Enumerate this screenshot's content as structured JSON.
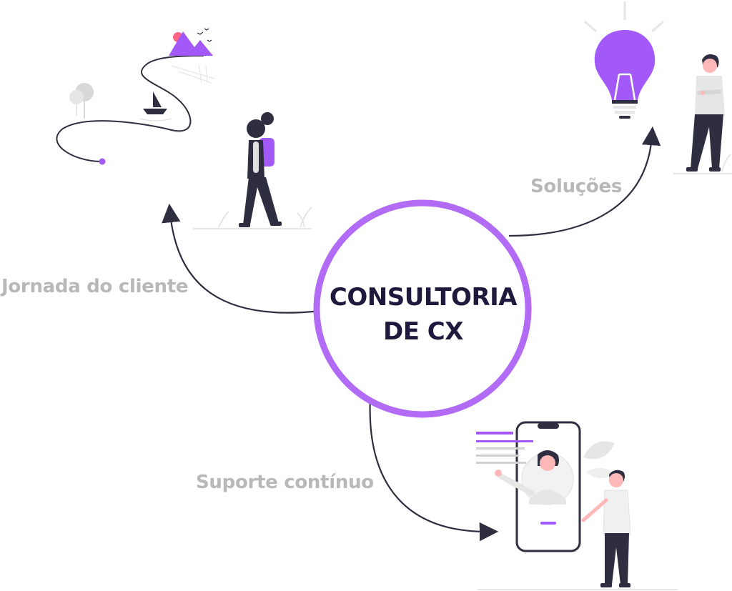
{
  "center": {
    "line1": "CONSULTORIA",
    "line2": "DE CX"
  },
  "nodes": {
    "journey": "Jornada do cliente",
    "solutions": "Soluções",
    "support": "Suporte contínuo"
  },
  "colors": {
    "accent": "#a259f7",
    "ring": "#b16bf5",
    "dark": "#2f2e41",
    "label": "#b8b8b8",
    "title": "#1f1a3d",
    "light_gray": "#e6e6e6",
    "skin": "#ffb8b8",
    "sun": "#ff6584"
  },
  "icons": [
    "landscape-map-illustration",
    "hiker-woman-illustration",
    "lightbulb-icon",
    "thinking-man-illustration",
    "smartphone-icon",
    "support-agent-avatar",
    "man-pointing-illustration"
  ]
}
